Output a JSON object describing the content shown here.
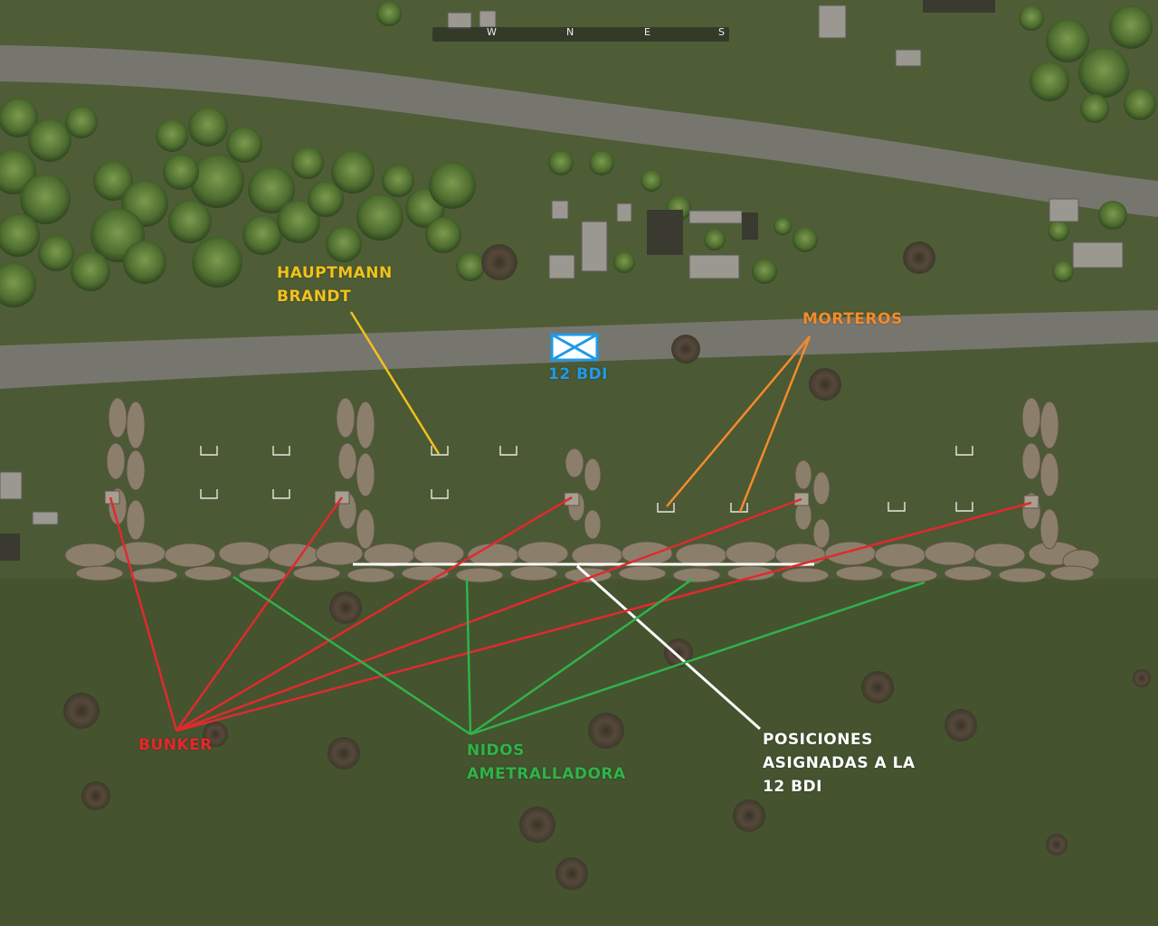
{
  "compass": {
    "letters": [
      "W",
      "N",
      "E",
      "S"
    ]
  },
  "unit_marker": {
    "label": "12 BDI",
    "color": "#1e9be6",
    "symbol": "infantry-crossed-box"
  },
  "annotations": {
    "hauptmann": {
      "line1": "HAUPTMANN",
      "line2": "BRANDT",
      "color": "#f2c21a"
    },
    "morteros": {
      "line1": "MORTEROS",
      "color": "#f58a2a"
    },
    "bunker": {
      "line1": "BUNKER",
      "color": "#e8262a"
    },
    "nidos": {
      "line1": "NIDOS",
      "line2": "AMETRALLADORA",
      "color": "#2fb34a"
    },
    "posiciones": {
      "line1": "POSICIONES",
      "line2": "ASIGNADAS A LA",
      "line3": "12 BDI",
      "color": "#ffffff"
    }
  },
  "colors": {
    "grass": "#4a5a36",
    "road": "#7a7a72",
    "trench": "#8e8270"
  }
}
